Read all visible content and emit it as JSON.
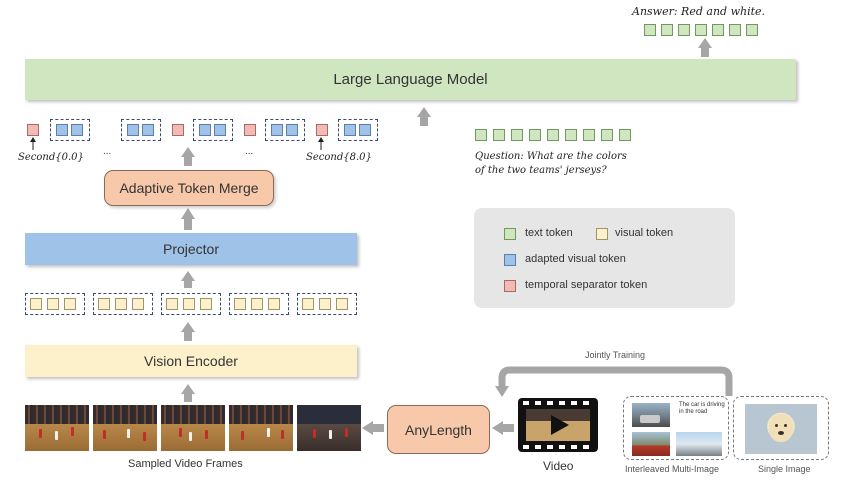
{
  "llm": {
    "label": "Large Language Model"
  },
  "projector": {
    "label": "Projector"
  },
  "vision_encoder": {
    "label": "Vision Encoder"
  },
  "adaptive_token_merge": {
    "label": "Adaptive Token Merge"
  },
  "anylength": {
    "label": "AnyLength"
  },
  "answer": {
    "text": "Answer: Red and white."
  },
  "question": {
    "line1": "Question: What are the colors",
    "line2": "of the two teams' jerseys?"
  },
  "timestamps": {
    "first": "Second{0.0}",
    "last": "Second{8.0}"
  },
  "ellipsis": "...",
  "legend": {
    "text_token": "text token",
    "visual_token": "visual token",
    "adapted_visual_token": "adapted visual token",
    "temporal_separator_token": "temporal separator token"
  },
  "captions": {
    "sampled_frames": "Sampled Video Frames",
    "video": "Video",
    "interleaved": "Interleaved Multi-Image",
    "single_image": "Single Image",
    "jointly_training": "Jointly Training",
    "mini_caption": "The car is driving in the road"
  },
  "colors": {
    "text_token": "#cfe6c0",
    "visual_token": "#fdf1cc",
    "adapted_visual_token": "#9fc2e8",
    "temporal_separator_token": "#f4b9b2",
    "arrow": "#a6a6a6"
  }
}
